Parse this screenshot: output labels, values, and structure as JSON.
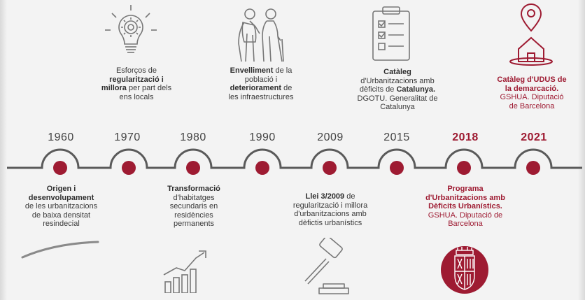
{
  "colors": {
    "accent": "#9e1b32",
    "line": "#5a5a5a",
    "text": "#3a3a3a"
  },
  "years": [
    "1960",
    "1970",
    "1980",
    "1990",
    "2009",
    "2015",
    "2018",
    "2021"
  ],
  "top_events": [
    {
      "icon": "lightbulb-gear-icon",
      "l1": "Esforços de",
      "l2": "regularització i",
      "l3": "millora",
      "l4": " per part dels",
      "l5": "ens locals"
    },
    {
      "icon": "elderly-couple-icon",
      "l1": "Envelliment",
      "l2": " de la",
      "l3": "població i",
      "l4": "deteriorament",
      "l5": " de",
      "l6": "les infraestructures"
    },
    {
      "icon": "clipboard-checklist-icon",
      "l1": "Catàleg",
      "l2": "d'Urbanitzacions amb",
      "l3": "dèficits de ",
      "l4": "Catalunya.",
      "l5": "DGOTU. Generalitat de",
      "l6": "Catalunya"
    },
    {
      "icon": "location-house-icon",
      "l1": "Catàleg d'UDUS de",
      "l2": "la demarcació.",
      "l3": "GSHUA. Diputació",
      "l4": "de Barcelona"
    }
  ],
  "bottom_events": [
    {
      "icon": "road-curve-icon",
      "l1": "Origen i",
      "l2": "desenvolupament",
      "l3": "de les urbanitzacions",
      "l4": "de baixa densitat",
      "l5": "resindecial"
    },
    {
      "icon": "rising-chart-icon",
      "l1": "Transformació",
      "l2": "d'habitatges",
      "l3": "secundaris en",
      "l4": "residències",
      "l5": "permanents"
    },
    {
      "icon": "gavel-icon",
      "l1": "Llei 3/2009",
      "l2": " de",
      "l3": "regularització i millora",
      "l4": "d'urbanitzacions amb",
      "l5": "dèfictis urbanístics"
    },
    {
      "icon": "diputacio-emblem-icon",
      "l1": "Programa",
      "l2": "d'Urbanitzacions amb",
      "l3": "Dèficits Urbanístics.",
      "l4": "GSHUA. Diputació de",
      "l5": "Barcelona"
    }
  ]
}
